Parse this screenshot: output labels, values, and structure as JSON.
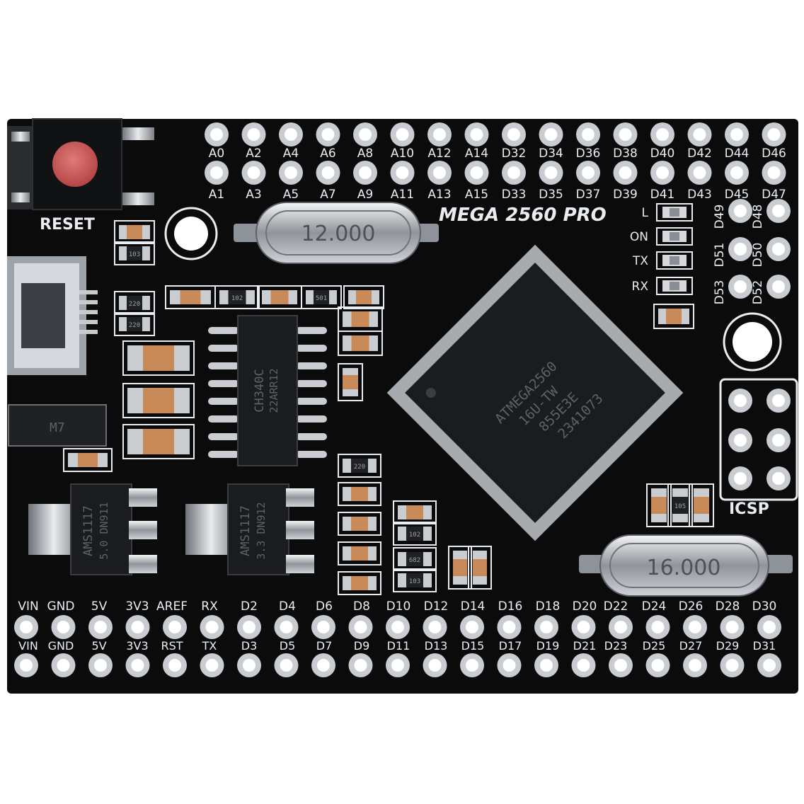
{
  "board": {
    "name": "MEGA 2560 PRO",
    "reset_label": "RESET",
    "icsp_label": "ICSP",
    "colors": {
      "pcb": "#0b0b0c",
      "silk": "#e9edf2",
      "pad": "#c9ccd1",
      "chip": "#1b1c1f",
      "button": "#d35b5b"
    }
  },
  "top_header": {
    "row1": [
      "A0",
      "A2",
      "A4",
      "A6",
      "A8",
      "A10",
      "A12",
      "A14",
      "D32",
      "D34",
      "D36",
      "D38",
      "D40",
      "D42",
      "D44",
      "D46"
    ],
    "row2": [
      "A1",
      "A3",
      "A5",
      "A7",
      "A9",
      "A11",
      "A13",
      "A15",
      "D33",
      "D35",
      "D37",
      "D39",
      "D41",
      "D43",
      "D45",
      "D47"
    ]
  },
  "right_header": {
    "col1": [
      "D49",
      "D51",
      "D53"
    ],
    "col2": [
      "D48",
      "D50",
      "D52"
    ]
  },
  "leds": [
    "L",
    "ON",
    "TX",
    "RX"
  ],
  "bottom_header": {
    "row1": [
      "VIN",
      "GND",
      "5V",
      "3V3",
      "AREF",
      "RX",
      "D2",
      "D4",
      "D6",
      "D8",
      "D10",
      "D12",
      "D14",
      "D16",
      "D18",
      "D20",
      "D22",
      "D24",
      "D26",
      "D28",
      "D30"
    ],
    "row2": [
      "VIN",
      "GND",
      "5V",
      "3V3",
      "RST",
      "TX",
      "D3",
      "D5",
      "D7",
      "D9",
      "D11",
      "D13",
      "D15",
      "D17",
      "D19",
      "D21",
      "D23",
      "D25",
      "D27",
      "D29",
      "D31"
    ]
  },
  "crystals": {
    "usb": "12.000",
    "main": "16.000"
  },
  "chips": {
    "mcu": [
      "ATMEGA2560",
      "16U-TW",
      "855E3E",
      "2341073"
    ],
    "usb": [
      "CH340C",
      "22ARR12"
    ],
    "reg_5v": [
      "AMS1117",
      "5.0 DN911"
    ],
    "reg_3v3": [
      "AMS1117",
      "3.3 DN912"
    ]
  },
  "resistor_codes": [
    "103",
    "102",
    "501",
    "220",
    "220",
    "220",
    "102",
    "682",
    "103",
    "105",
    "M7"
  ]
}
